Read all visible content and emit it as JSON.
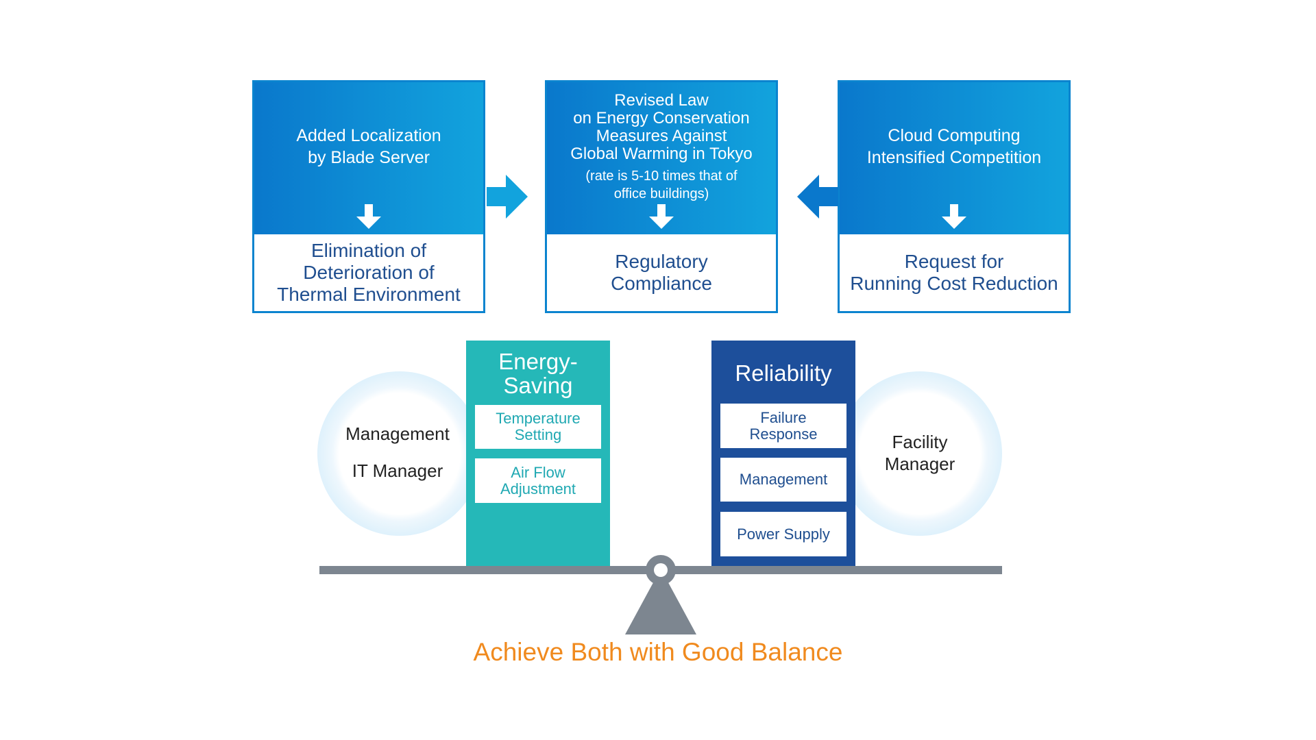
{
  "drivers": [
    {
      "header": "Added Localization\nby Blade Server",
      "note": "",
      "result": "Elimination of\nDeterioration of\nThermal Environment"
    },
    {
      "header": "Revised Law\non Energy Conservation\nMeasures Against\nGlobal Warming in Tokyo",
      "note": "(rate is 5-10 times that of\noffice buildings)",
      "result": "Regulatory\nCompliance"
    },
    {
      "header": "Cloud Computing\nIntensified Competition",
      "note": "",
      "result": "Request for\nRunning Cost Reduction"
    }
  ],
  "left_side": {
    "line1": "Management",
    "line2": "IT Manager"
  },
  "right_side": {
    "label": "Facility\nManager"
  },
  "energy_panel": {
    "title": "Energy-\nSaving",
    "items": [
      "Temperature\nSetting",
      "Air Flow\nAdjustment"
    ]
  },
  "reliability_panel": {
    "title": "Reliability",
    "items": [
      "Failure\nResponse",
      "Management",
      "Power Supply"
    ]
  },
  "tagline": "Achieve Both with Good Balance",
  "colors": {
    "driver_blue": "#0a78cc",
    "driver_text": "#1f4e8f",
    "energy_teal": "#25b8b8",
    "reliability_navy": "#1d4f9b",
    "scale_gray": "#7d8690",
    "tagline_orange": "#f08a1e"
  }
}
